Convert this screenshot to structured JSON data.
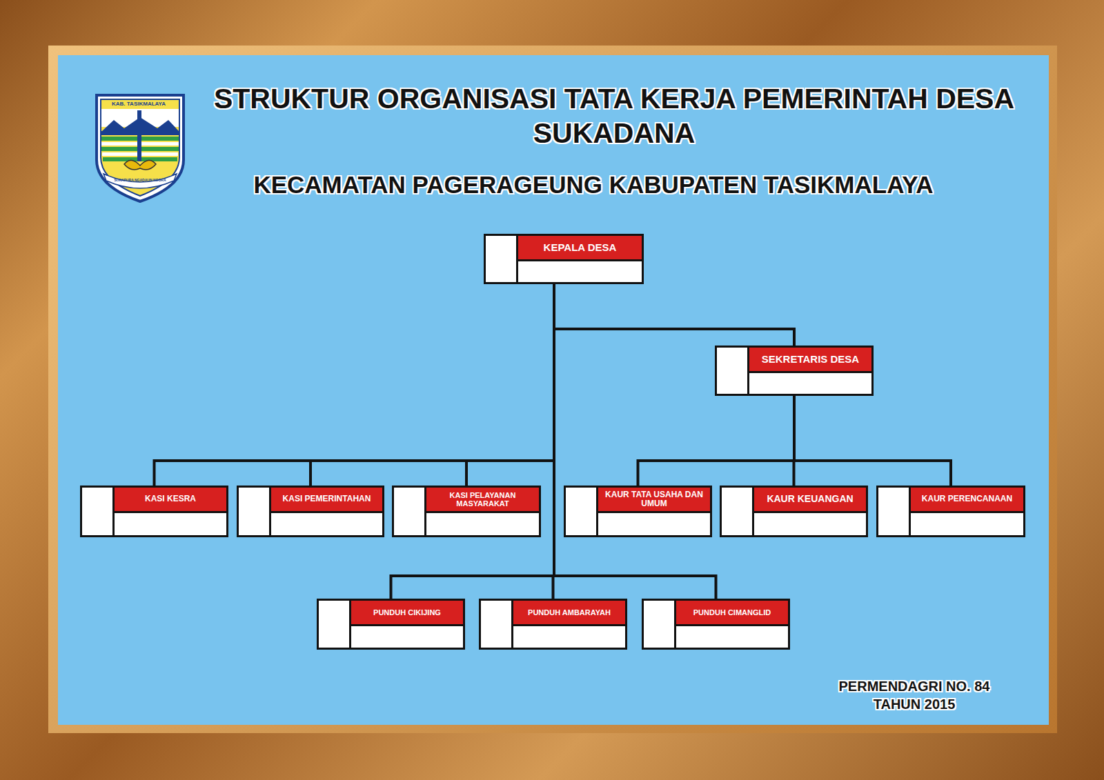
{
  "diagram": {
    "title": "STRUKTUR ORGANISASI TATA KERJA PEMERINTAH DESA SUKADANA",
    "caption": "PERMENDAGRI NO. 84 TAHUN 2015",
    "nodes": [
      {
        "text": [
          "KEPALA DESA"
        ]
      },
      {
        "text": [
          "SEKRETARIS DESA"
        ]
      },
      {
        "text": [
          "KASI KESRA"
        ]
      },
      {
        "text": [
          "KASI PEMERINTAHAN"
        ]
      },
      {
        "text": [
          "KASI PELAYANAN MASYARAKAT"
        ]
      },
      {
        "text": [
          "KAUR TATA USAHA DAN UMUM"
        ]
      },
      {
        "text": [
          "KAUR KEUANGAN"
        ]
      },
      {
        "text": [
          "KAUR PERENCANAAN"
        ]
      },
      {
        "text": [
          "PUNDUH CIKIJING"
        ]
      },
      {
        "text": [
          "PUNDUH AMBARAYAH"
        ]
      },
      {
        "text": [
          "PUNDUH CIMANGLID"
        ]
      }
    ],
    "edges": [
      {
        "from": 0,
        "to": 1,
        "arrow": "none"
      },
      {
        "from": 0,
        "to": 2,
        "arrow": "none"
      },
      {
        "from": 0,
        "to": 3,
        "arrow": "none"
      },
      {
        "from": 0,
        "to": 4,
        "arrow": "none"
      },
      {
        "from": 1,
        "to": 5,
        "arrow": "none"
      },
      {
        "from": 1,
        "to": 6,
        "arrow": "none"
      },
      {
        "from": 1,
        "to": 7,
        "arrow": "none"
      },
      {
        "from": 0,
        "to": 8,
        "arrow": "none"
      },
      {
        "from": 0,
        "to": 9,
        "arrow": "none"
      },
      {
        "from": 0,
        "to": 10,
        "arrow": "none"
      }
    ],
    "labels": [
      "KAB. TASIKMALAYA",
      "SUKAPURA NGADAUN NGORA",
      "KECAMATAN PAGERAGEUNG KABUPATEN TASIKMALAYA"
    ]
  }
}
